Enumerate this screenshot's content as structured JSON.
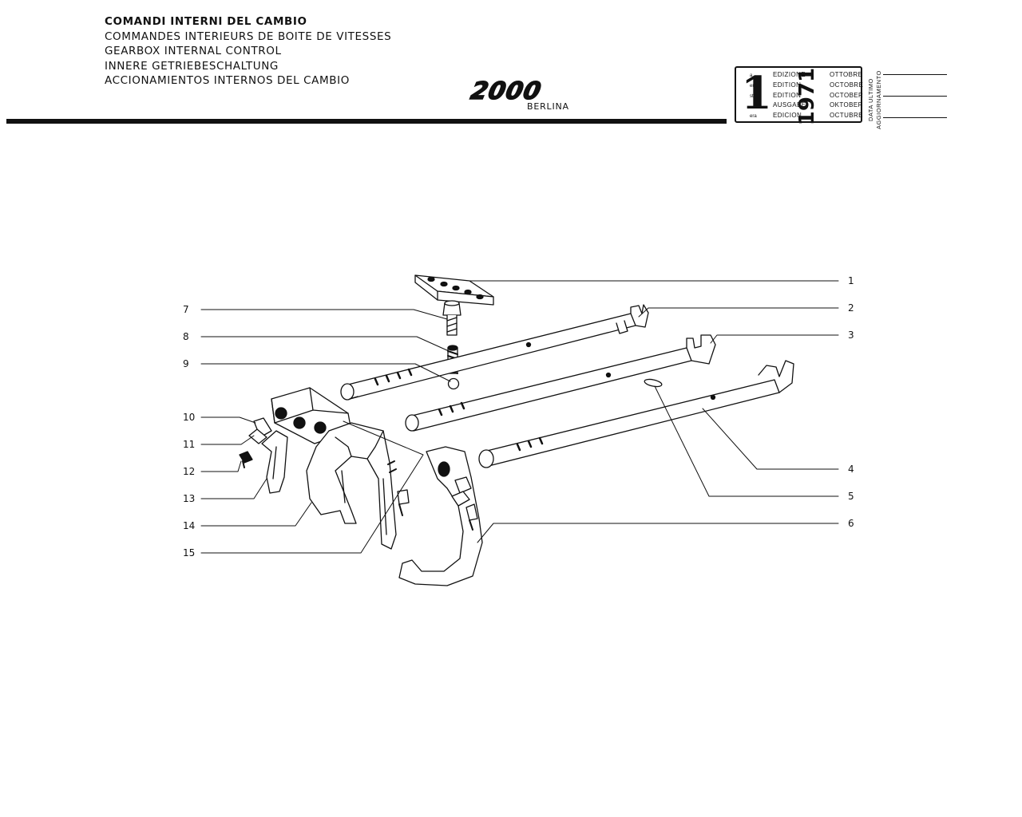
{
  "header": {
    "titles": [
      "COMANDI INTERNI DEL CAMBIO",
      "COMMANDES INTERIEURS DE BOITE DE VITESSES",
      "GEARBOX INTERNAL CONTROL",
      "INNERE GETRIEBESCHALTUNG",
      "ACCIONAMIENTOS INTERNOS DEL CAMBIO"
    ],
    "model": "2000",
    "variant": "BERLINA"
  },
  "edition": {
    "number": "1",
    "suffixes": [
      "a",
      "ere",
      "st",
      ".",
      "era"
    ],
    "labels": [
      "EDIZIONE",
      "EDITION",
      "EDITION",
      "AUSGABE",
      "EDICION"
    ],
    "year": "1971",
    "months": [
      "OTTOBRE",
      "OCTOBRE",
      "OCTOBER",
      "OKTOBER",
      "OCTUBRE"
    ],
    "update_label_1": "DATA ULTIMO",
    "update_label_2": "AGGIORNAMENTO"
  },
  "callouts": {
    "right": [
      "1",
      "2",
      "3",
      "4",
      "5",
      "6"
    ],
    "left": [
      "7",
      "8",
      "9",
      "10",
      "11",
      "12",
      "13",
      "14",
      "15"
    ]
  }
}
